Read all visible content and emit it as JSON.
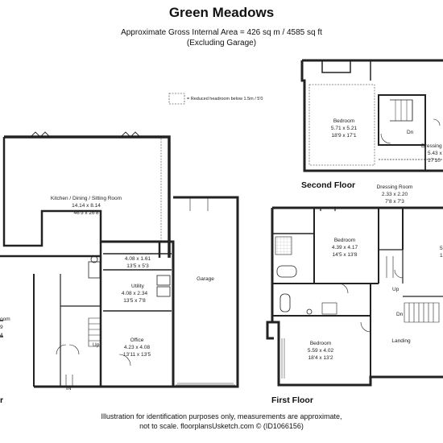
{
  "title": "Green Meadows",
  "area_line1": "Approximate Gross Internal Area = 426 sq m / 4585 sq ft",
  "area_line2": "(Excluding Garage)",
  "legend_label": "= Reduced headroom below 1.5m / 5'0",
  "floors": {
    "ground": "r",
    "first": "First Floor",
    "second": "Second Floor"
  },
  "rooms": {
    "kitchen": {
      "name": "Kitchen / Dining / Sitting Room",
      "metric": "14.14 x 8.14",
      "imperial": "46'5 x 26'8"
    },
    "store": {
      "metric": "4.08 x 1.61",
      "imperial": "13'5 x 5'3"
    },
    "utility": {
      "name": "Utility",
      "metric": "4.08 x 2.34",
      "imperial": "13'5 x 7'8"
    },
    "office": {
      "name": "Office",
      "metric": "4.23 x 4.08",
      "imperial": "13'11 x 13'5"
    },
    "garage": {
      "name": "Garage"
    },
    "left_room": {
      "name": "oom",
      "metric": "9",
      "imperial": "4"
    },
    "bed2": {
      "name": "Bedroom",
      "metric": "5.71 x 5.21",
      "imperial": "18'9 x 17'1"
    },
    "dressing2": {
      "name": "Dressing",
      "metric": "5.43 x",
      "imperial": "17'10"
    },
    "dressing1": {
      "name": "Dressing Room",
      "metric": "2.33 x 2.20",
      "imperial": "7'8 x 7'3"
    },
    "bed1a": {
      "name": "Bedroom",
      "metric": "4.39 x 4.17",
      "imperial": "14'5 x 13'8"
    },
    "bed1b": {
      "name": "Bedroom",
      "metric": "5.59 x 4.02",
      "imperial": "18'4 x 13'2"
    },
    "bed1c": {
      "metric": "5",
      "imperial": "1"
    },
    "landing": {
      "name": "Landing"
    }
  },
  "stair_labels": {
    "up": "Up",
    "dn": "Dn",
    "in": "IN"
  },
  "footer_line1": "Illustration for identification purposes only, measurements are approximate,",
  "footer_line2": "not to scale. floorplansUsketch.com © (ID1066156)"
}
